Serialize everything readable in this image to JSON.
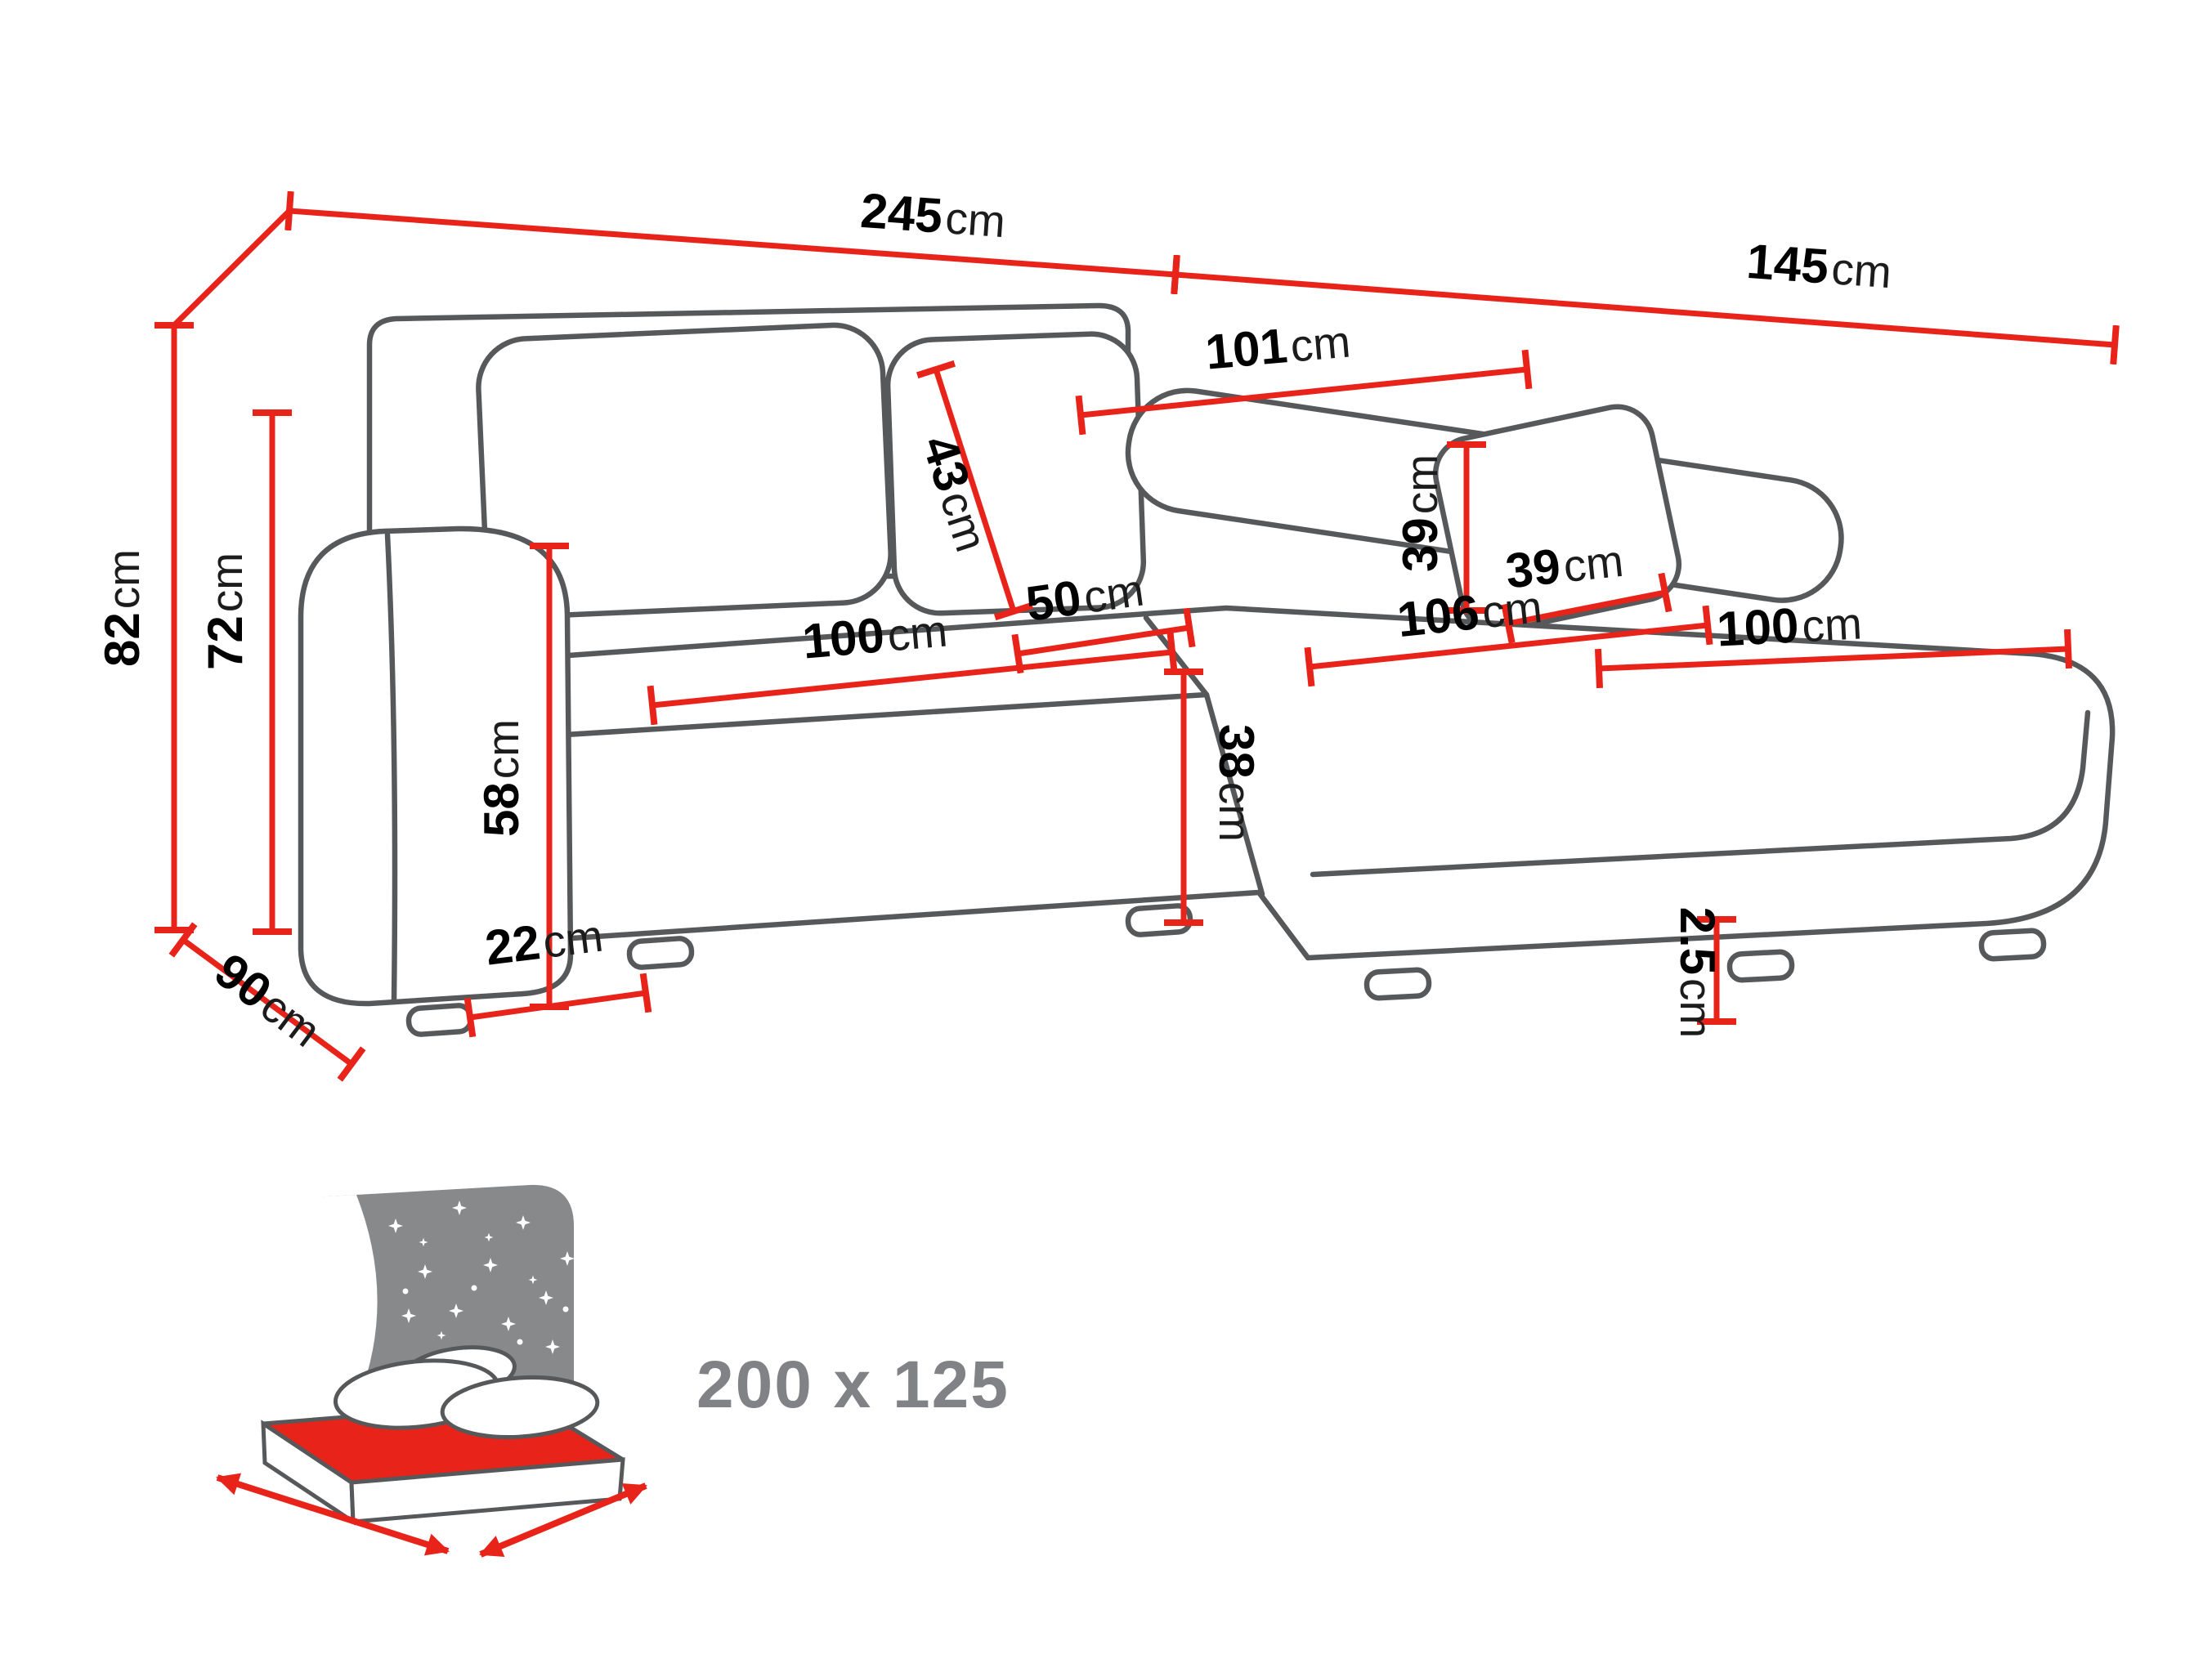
{
  "dims": {
    "total_width": {
      "value": "245",
      "unit": "cm"
    },
    "total_depth": {
      "value": "145",
      "unit": "cm"
    },
    "back_width": {
      "value": "101",
      "unit": "cm"
    },
    "back_cushion_height": {
      "value": "43",
      "unit": "cm"
    },
    "pillow_height": {
      "value": "39",
      "unit": "cm"
    },
    "pillow_width": {
      "value": "39",
      "unit": "cm"
    },
    "seat_depth": {
      "value": "50",
      "unit": "cm"
    },
    "seat_width": {
      "value": "100",
      "unit": "cm"
    },
    "chaise_length": {
      "value": "106",
      "unit": "cm"
    },
    "chaise_width": {
      "value": "100",
      "unit": "cm"
    },
    "total_height": {
      "value": "82",
      "unit": "cm"
    },
    "back_height": {
      "value": "72",
      "unit": "cm"
    },
    "armrest_height": {
      "value": "58",
      "unit": "cm"
    },
    "seat_height": {
      "value": "38",
      "unit": "cm"
    },
    "armrest_width": {
      "value": "22",
      "unit": "cm"
    },
    "side_depth": {
      "value": "90",
      "unit": "cm"
    },
    "leg_height": {
      "value": "2.5",
      "unit": "cm"
    },
    "sleeping_area": {
      "value": "200 x 125"
    }
  },
  "colors": {
    "dimension_red": "#e8231a",
    "outline_gray": "#57585a",
    "muted_gray": "#808285",
    "label_black": "#000000"
  }
}
